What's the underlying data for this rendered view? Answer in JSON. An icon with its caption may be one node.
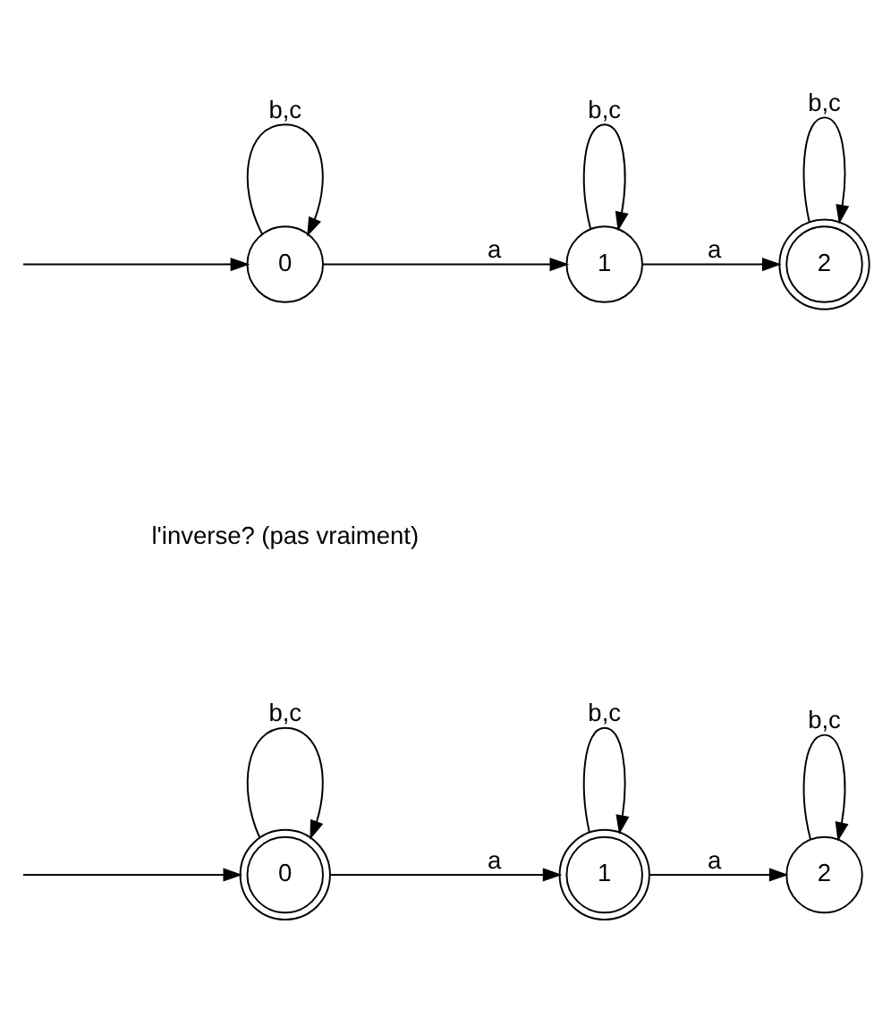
{
  "diagram": {
    "nodes": [
      {
        "text": [
          "0"
        ]
      },
      {
        "text": [
          "1"
        ]
      },
      {
        "text": [
          "2"
        ]
      },
      {
        "text": [
          "0"
        ]
      },
      {
        "text": [
          "1"
        ]
      },
      {
        "text": [
          "2"
        ]
      }
    ],
    "edges": [
      {
        "from": null,
        "to": 0,
        "arrow": "to"
      },
      {
        "from": 0,
        "to": 0,
        "label": "b,c",
        "arrow": "to"
      },
      {
        "from": 0,
        "to": 1,
        "label": "a",
        "arrow": "to"
      },
      {
        "from": 1,
        "to": 1,
        "label": "b,c",
        "arrow": "to"
      },
      {
        "from": 1,
        "to": 2,
        "label": "a",
        "arrow": "to"
      },
      {
        "from": 2,
        "to": 2,
        "label": "b,c",
        "arrow": "to"
      },
      {
        "from": null,
        "to": 3,
        "arrow": "to"
      },
      {
        "from": 3,
        "to": 3,
        "label": "b,c",
        "arrow": "to"
      },
      {
        "from": 3,
        "to": 4,
        "label": "a",
        "arrow": "to"
      },
      {
        "from": 4,
        "to": 4,
        "label": "b,c",
        "arrow": "to"
      },
      {
        "from": 4,
        "to": 5,
        "label": "a",
        "arrow": "to"
      },
      {
        "from": 5,
        "to": 5,
        "label": "b,c",
        "arrow": "to"
      }
    ],
    "labels": [
      "l'inverse? (pas vraiment)"
    ]
  }
}
